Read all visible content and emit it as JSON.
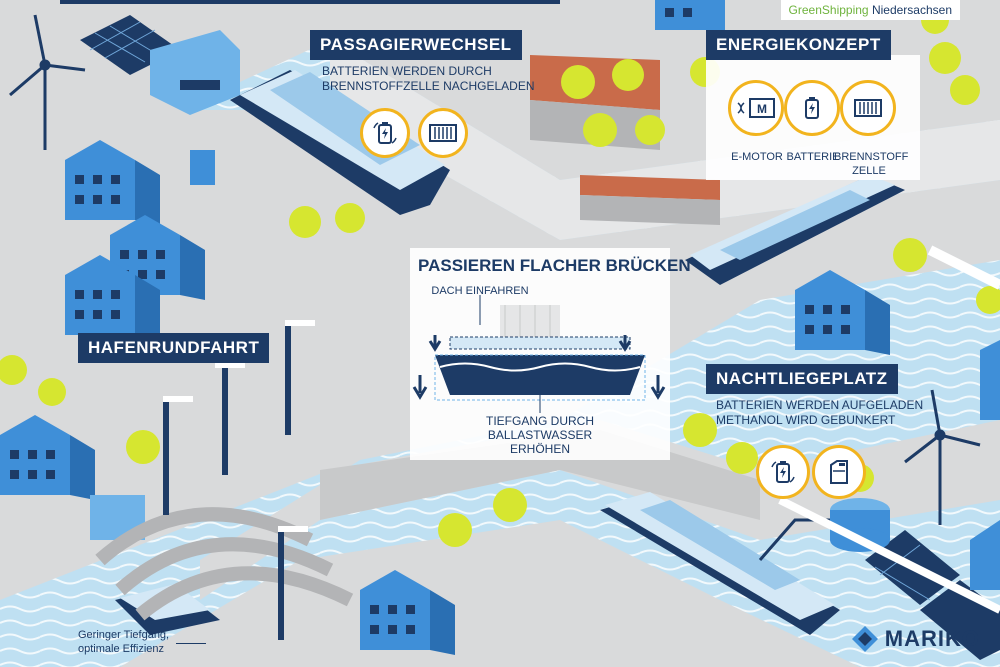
{
  "branding": {
    "green": "GreenShipping",
    "region": " Niedersachsen",
    "logo_text": "MARIKO"
  },
  "passagierwechsel": {
    "title": "PASSAGIERWECHSEL",
    "desc_line1": "BATTERIEN WERDEN DURCH",
    "desc_line2": "BRENNSTOFFZELLE NACHGELADEN"
  },
  "energiekonzept": {
    "title": "ENERGIEKONZEPT",
    "items": [
      {
        "label": "E-MOTOR"
      },
      {
        "label": "BATTERIE"
      },
      {
        "label_line1": "BRENNSTOFF",
        "label_line2": "ZELLE"
      }
    ]
  },
  "bruecken": {
    "title": "PASSIEREN FLACHER BRÜCKEN",
    "top_label": "DACH EINFAHREN",
    "bottom_line1": "TIEFGANG DURCH",
    "bottom_line2": "BALLASTWASSER",
    "bottom_line3": "ERHÖHEN"
  },
  "hafenrundfahrt": {
    "title": "HAFENRUNDFAHRT"
  },
  "nachtliegeplatz": {
    "title": "NACHTLIEGEPLATZ",
    "desc_line1": "BATTERIEN WERDEN AUFGELADEN",
    "desc_line2": "METHANOL WIRD GEBUNKERT"
  },
  "note": {
    "line1": "Geringer Tiefgang,",
    "line2": "optimale Effizienz"
  },
  "colors": {
    "navy": "#1d3b66",
    "accent": "#f2b41e",
    "water": "#bfe0f2",
    "building": "#3f8fd8",
    "tree": "#d6e630"
  }
}
